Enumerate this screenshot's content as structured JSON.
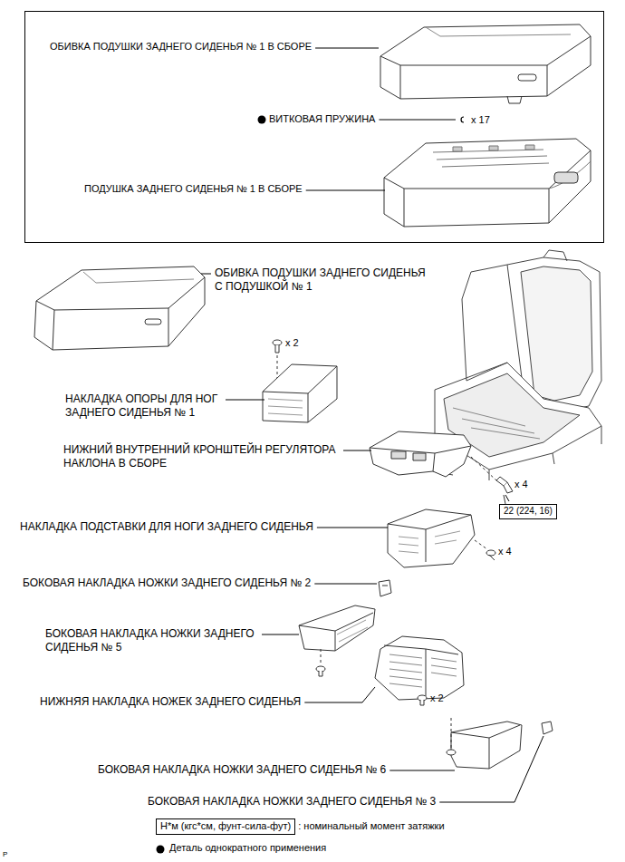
{
  "diagram": {
    "nodes": [
      {
        "text": [
          "ОБИВКА ПОДУШКИ ЗАДНЕГО СИДЕНЬЯ № 1 В СБОРЕ",
          "ВИТКОВАЯ ПРУЖИНА",
          "x 17",
          "ПОДУШКА ЗАДНЕГО СИДЕНЬЯ № 1 В СБОРЕ"
        ]
      },
      {
        "text": [
          "22 (224, 16)"
        ]
      },
      {
        "text": [
          "Н*м (кгс*см, фунт-сила-фут)"
        ]
      }
    ],
    "labels": [
      "ОБИВКА ПОДУШКИ ЗАДНЕГО СИДЕНЬЯ С ПОДУШКОЙ № 1",
      "x 2",
      "НАКЛАДКА ОПОРЫ ДЛЯ НОГ ЗАДНЕГО СИДЕНЬЯ № 1",
      "НИЖНИЙ ВНУТРЕННИЙ КРОНШТЕЙН РЕГУЛЯТОРА НАКЛОНА В СБОРЕ",
      "x 4",
      "НАКЛАДКА ПОДСТАВКИ ДЛЯ НОГИ ЗАДНЕГО СИДЕНЬЯ",
      "x 4",
      "БОКОВАЯ НАКЛАДКА НОЖКИ ЗАДНЕГО СИДЕНЬЯ № 2",
      "БОКОВАЯ НАКЛАДКА НОЖКИ ЗАДНЕГО СИДЕНЬЯ № 5",
      "НИЖНЯЯ НАКЛАДКА НОЖЕК ЗАДНЕГО СИДЕНЬЯ",
      "x 2",
      "БОКОВАЯ НАКЛАДКА НОЖКИ ЗАДНЕГО СИДЕНЬЯ № 6",
      "БОКОВАЯ НАКЛАДКА НОЖКИ ЗАДНЕГО СИДЕНЬЯ № 3",
      "P"
    ],
    "legend": [
      {
        "text": ": номинальный момент затяжки"
      },
      {
        "text": "Деталь однократного применения"
      }
    ]
  }
}
